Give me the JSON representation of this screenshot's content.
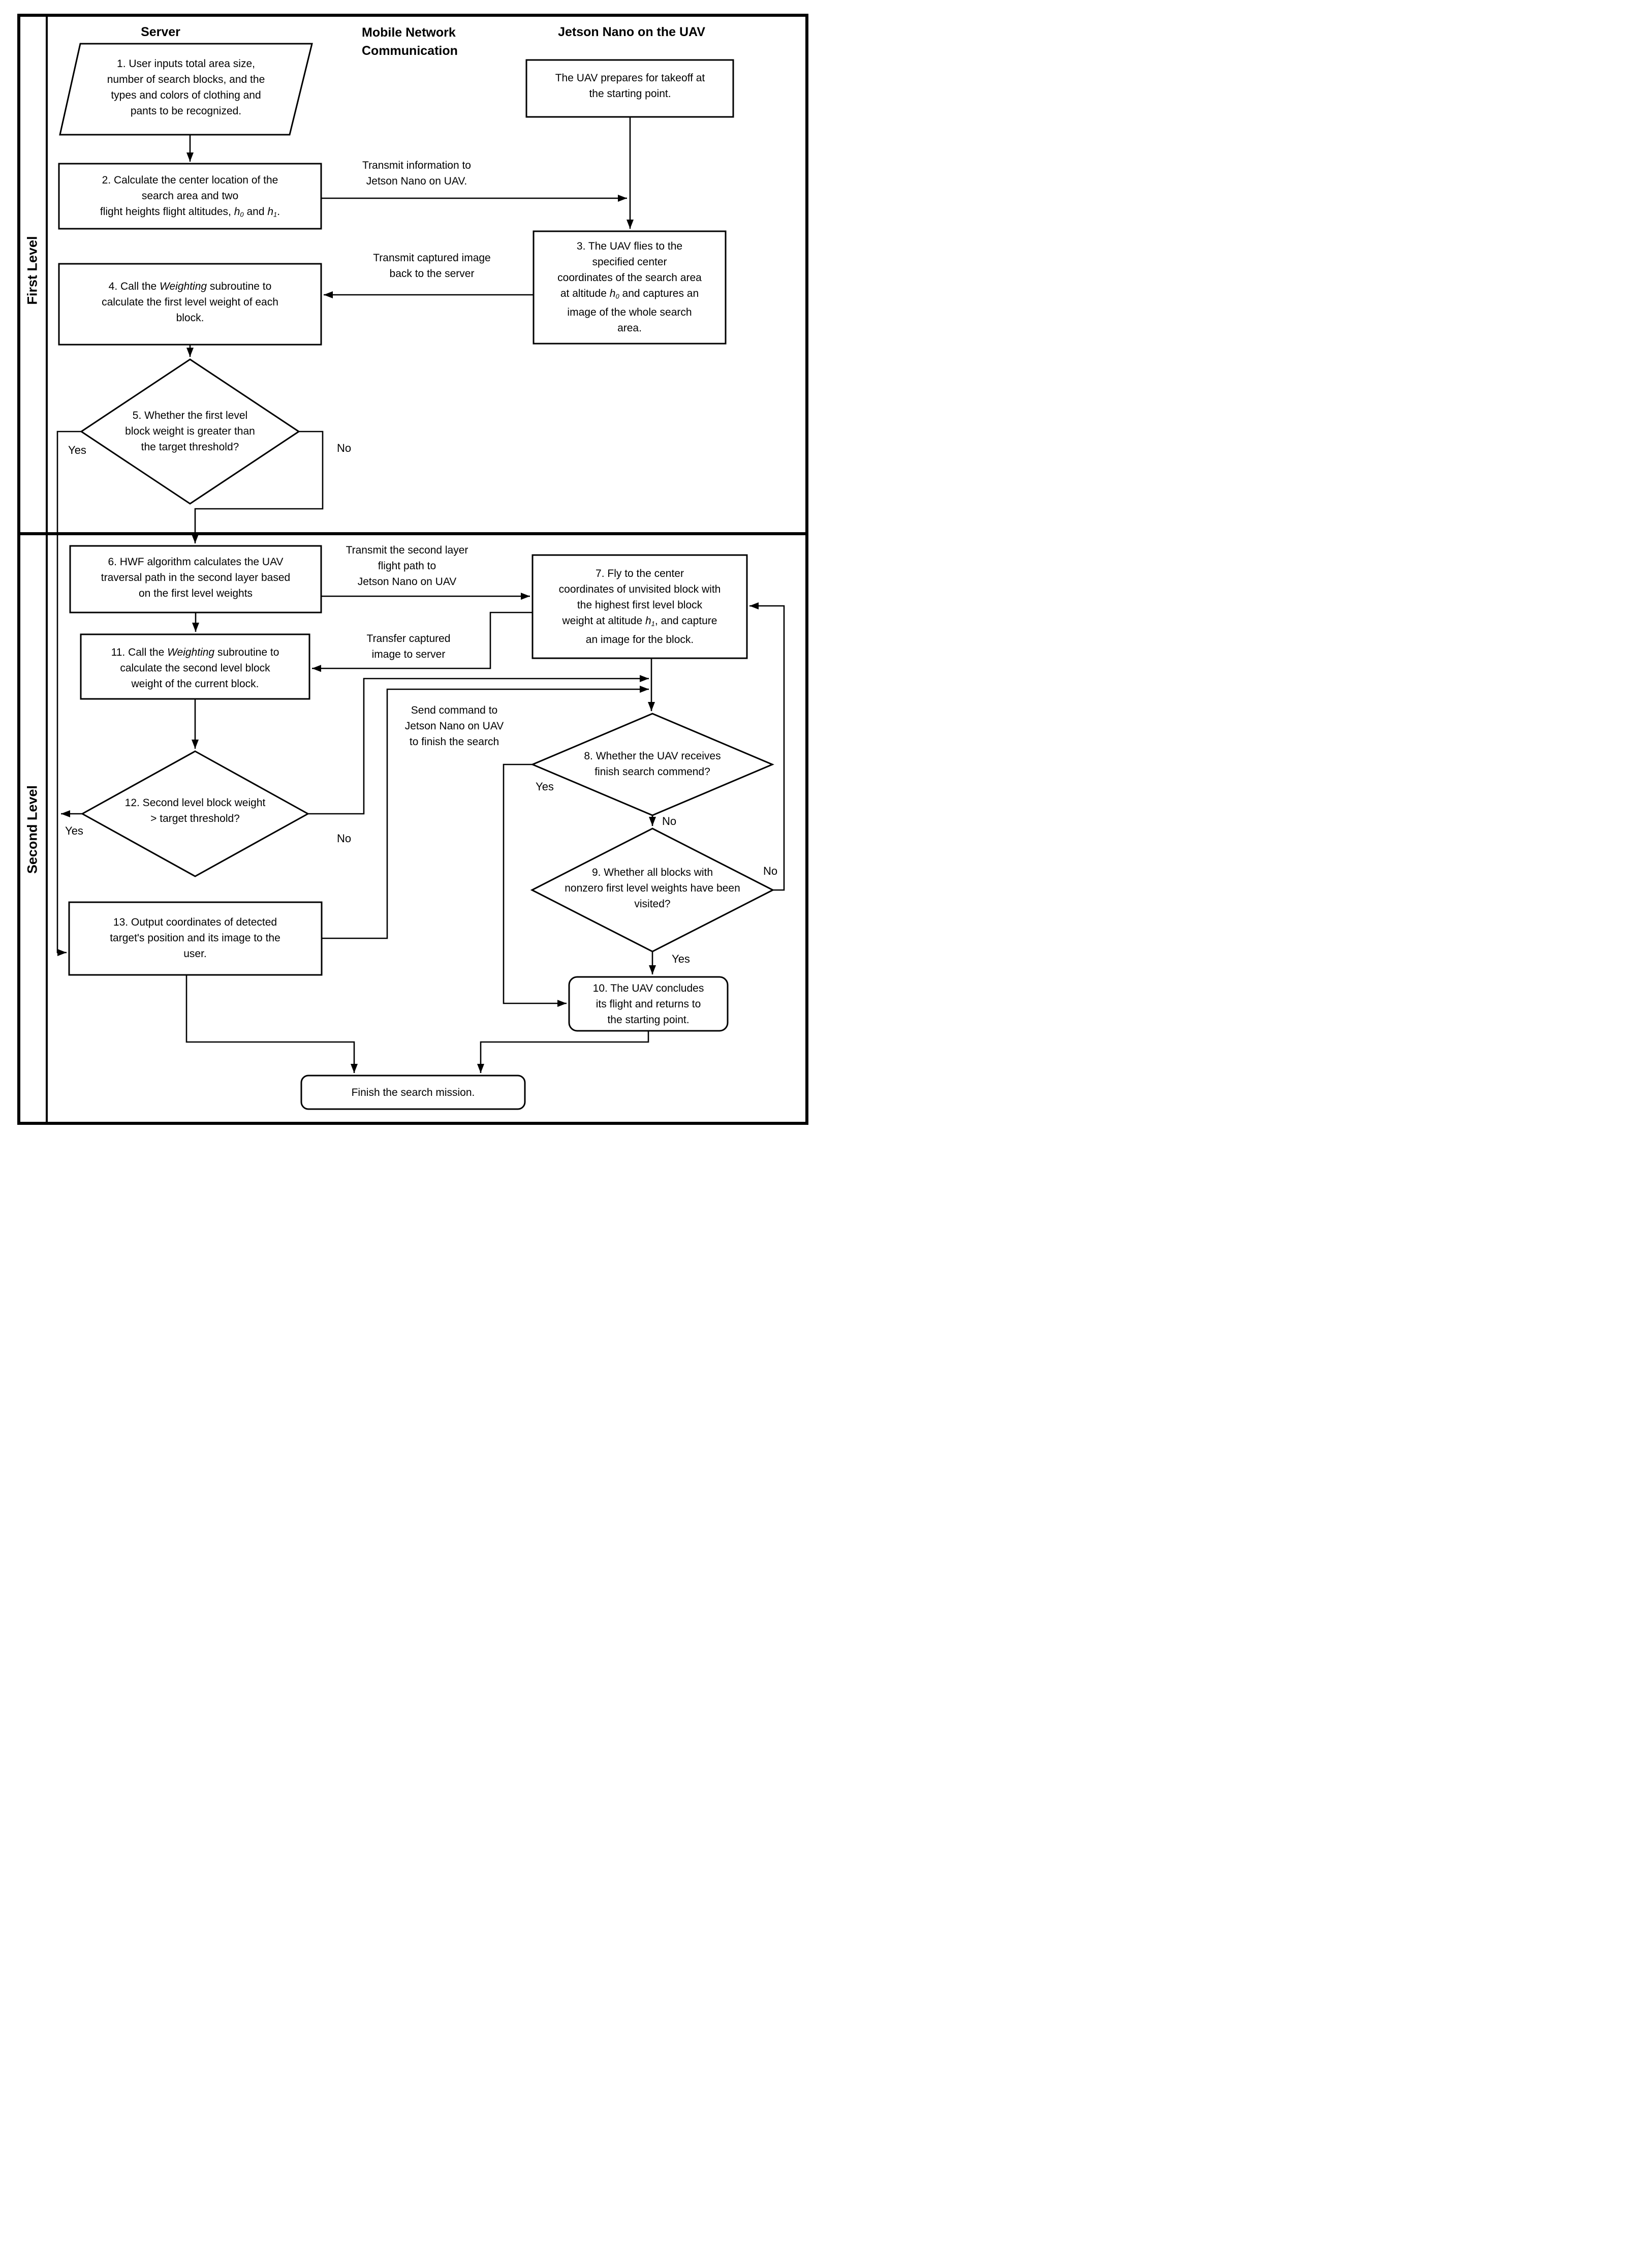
{
  "lanes": {
    "server": "Server",
    "mobile": [
      "Mobile Network",
      "Communication"
    ],
    "jetson": "Jetson Nano on the UAV"
  },
  "levels": {
    "first": "First Level",
    "second": "Second Level"
  },
  "nodes": {
    "input1": {
      "shape": "parallelogram",
      "lines": [
        "1. User inputs total area size,",
        "number of search blocks, and the",
        "types and colors of clothing and",
        "pants to be recognized."
      ]
    },
    "calc2": {
      "shape": "rect",
      "lines": [
        "2. Calculate the center location of the",
        "search area and two",
        [
          "flight heights flight altitudes, ",
          {
            "t": "h",
            "i": 1
          },
          {
            "t": "0",
            "sub": 1
          },
          " and ",
          {
            "t": "h",
            "i": 1
          },
          {
            "t": "1",
            "sub": 1
          },
          "."
        ]
      ]
    },
    "prep": {
      "shape": "rect",
      "lines": [
        "The UAV prepares for takeoff at",
        "the starting point."
      ]
    },
    "fly3": {
      "shape": "rect",
      "lines": [
        "3. The UAV flies to the",
        "specified center",
        "coordinates of the search area",
        [
          "at altitude ",
          {
            "t": "h",
            "i": 1
          },
          {
            "t": "0",
            "sub": 1
          },
          " and captures an"
        ],
        "image of the whole search",
        "area."
      ]
    },
    "weight4": {
      "shape": "rect",
      "lines": [
        [
          "4. Call the ",
          {
            "t": "Weighting",
            "i": 1
          },
          " subroutine to"
        ],
        "calculate the first level weight of each",
        "block."
      ]
    },
    "dec5": {
      "shape": "diamond",
      "lines": [
        "5. Whether the first level",
        "block weight is greater than",
        "the target threshold?"
      ]
    },
    "hwf6": {
      "shape": "rect",
      "lines": [
        "6. HWF algorithm calculates the UAV",
        "traversal path in the second layer based",
        "on the first level weights"
      ]
    },
    "fly7": {
      "shape": "rect",
      "lines": [
        "7. Fly to the center",
        "coordinates of unvisited block with",
        "the highest first level block",
        [
          "weight at altitude ",
          {
            "t": "h",
            "i": 1
          },
          {
            "t": "1",
            "sub": 1
          },
          ", and capture"
        ],
        "an image for the block."
      ]
    },
    "dec8": {
      "shape": "diamond",
      "lines": [
        "8. Whether the UAV receives",
        "finish search commend?"
      ]
    },
    "dec9": {
      "shape": "diamond",
      "lines": [
        "9. Whether all blocks with",
        "nonzero first level weights have been",
        "visited?"
      ]
    },
    "conclude10": {
      "shape": "rounded-rect",
      "lines": [
        "10. The UAV concludes",
        "its flight and returns to",
        "the starting point."
      ]
    },
    "weight11": {
      "shape": "rect",
      "lines": [
        [
          "11. Call the ",
          {
            "t": "Weighting",
            "i": 1
          },
          " subroutine to"
        ],
        "calculate the second level block",
        "weight of the current block."
      ]
    },
    "dec12": {
      "shape": "diamond",
      "lines": [
        "12. Second level block weight",
        "> target threshold?"
      ]
    },
    "output13": {
      "shape": "rect",
      "lines": [
        "13. Output coordinates of detected",
        "target's position and its image to the",
        "user."
      ]
    },
    "finish": {
      "shape": "rounded-rect",
      "lines": [
        "Finish the search mission."
      ]
    }
  },
  "edge_labels": {
    "transmit_info": [
      "Transmit information to",
      "Jetson Nano on UAV."
    ],
    "transmit_image_back": [
      "Transmit captured image",
      "back to the server"
    ],
    "transmit_flight_path": [
      "Transmit the second layer",
      "flight path to",
      "Jetson Nano on UAV"
    ],
    "transfer_image": [
      "Transfer captured",
      "image to server"
    ],
    "send_finish": [
      "Send command to",
      "Jetson Nano on UAV",
      "to finish the search"
    ]
  },
  "branch_labels": {
    "d5_yes": "Yes",
    "d5_no": "No",
    "d8_yes": "Yes",
    "d8_no": "No",
    "d9_yes": "Yes",
    "d9_no": "No",
    "d12_yes": "Yes",
    "d12_no": "No"
  },
  "colors": {
    "ink": "#000000",
    "background": "#ffffff"
  }
}
